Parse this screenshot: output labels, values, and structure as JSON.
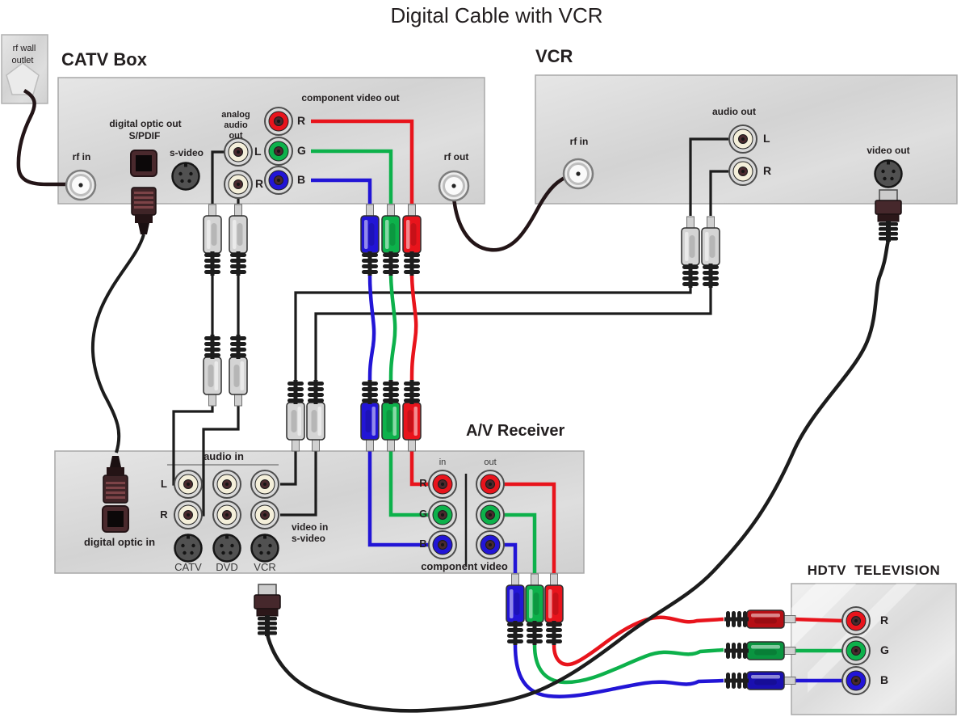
{
  "title": "Digital Cable with VCR",
  "wall_outlet": {
    "label_line1": "rf wall",
    "label_line2": "outlet"
  },
  "catv": {
    "title": "CATV Box",
    "rf_in": "rf in",
    "digital_optic_out": "digital optic out",
    "spdif": "S/PDIF",
    "s_video": "s-video",
    "analog_1": "analog",
    "analog_2": "audio",
    "analog_3": "out",
    "audio_l": "L",
    "audio_r": "R",
    "component_video_out": "component video out",
    "r": "R",
    "g": "G",
    "b": "B",
    "rf_out": "rf out"
  },
  "vcr": {
    "title": "VCR",
    "rf_in": "rf in",
    "audio_out": "audio out",
    "audio_l": "L",
    "audio_r": "R",
    "video_out": "video out"
  },
  "receiver": {
    "title": "A/V Receiver",
    "audio_in": "audio in",
    "audio_l": "L",
    "audio_r": "R",
    "input_catv": "CATV",
    "input_dvd": "DVD",
    "input_vcr": "VCR",
    "video_in_line1": "video in",
    "video_in_line2": "s-video",
    "digital_optic_in": "digital optic in",
    "col_in": "in",
    "col_out": "out",
    "r": "R",
    "g": "G",
    "b": "B",
    "component_video": "component video"
  },
  "tv": {
    "title": "HDTV TELEVISION",
    "r": "R",
    "g": "G",
    "b": "B"
  },
  "colors": {
    "red": "#e8141c",
    "green": "#0db14b",
    "blue": "#2215d6",
    "cable_black": "#1c1c1c",
    "rf_cable": "#231517",
    "panel_gray": "#d9d9d9",
    "cream_jack": "#f4efda",
    "plug_silver": "#d4d4d4",
    "plug_maroon": "#3f2427"
  },
  "connections": [
    {
      "cable": "coaxial",
      "from": "rf wall outlet",
      "to": "CATV Box rf in"
    },
    {
      "cable": "coaxial",
      "from": "CATV Box rf out",
      "to": "VCR rf in"
    },
    {
      "cable": "digital optical S/PDIF",
      "from": "CATV Box digital optic out",
      "to": "A/V Receiver digital optic in"
    },
    {
      "cable": "stereo audio L/R",
      "from": "CATV Box analog audio out",
      "to": "A/V Receiver audio in CATV"
    },
    {
      "cable": "component video RGB",
      "from": "CATV Box component video out",
      "to": "A/V Receiver component video in"
    },
    {
      "cable": "stereo audio L/R",
      "from": "VCR audio out",
      "to": "A/V Receiver audio in VCR"
    },
    {
      "cable": "s-video",
      "from": "VCR video out",
      "to": "A/V Receiver video in s-video VCR"
    },
    {
      "cable": "component video RGB",
      "from": "A/V Receiver component video out",
      "to": "HDTV Television R G B"
    }
  ]
}
